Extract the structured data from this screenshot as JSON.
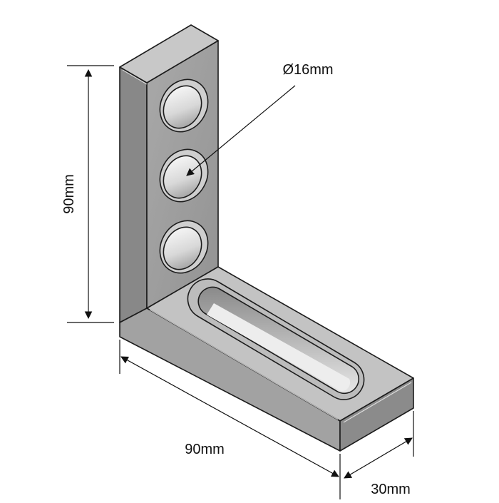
{
  "dimensions": {
    "height_label": "90mm",
    "length_label": "90mm",
    "depth_label": "30mm",
    "hole_diameter_label": "Ø16mm"
  },
  "colors": {
    "outline": "#1c1c1c",
    "top_face": "#c7c7c7",
    "front_face": "#9f9f9f",
    "side_face": "#868686",
    "bore": "#e9e9e9",
    "dimension_line": "#111111"
  }
}
